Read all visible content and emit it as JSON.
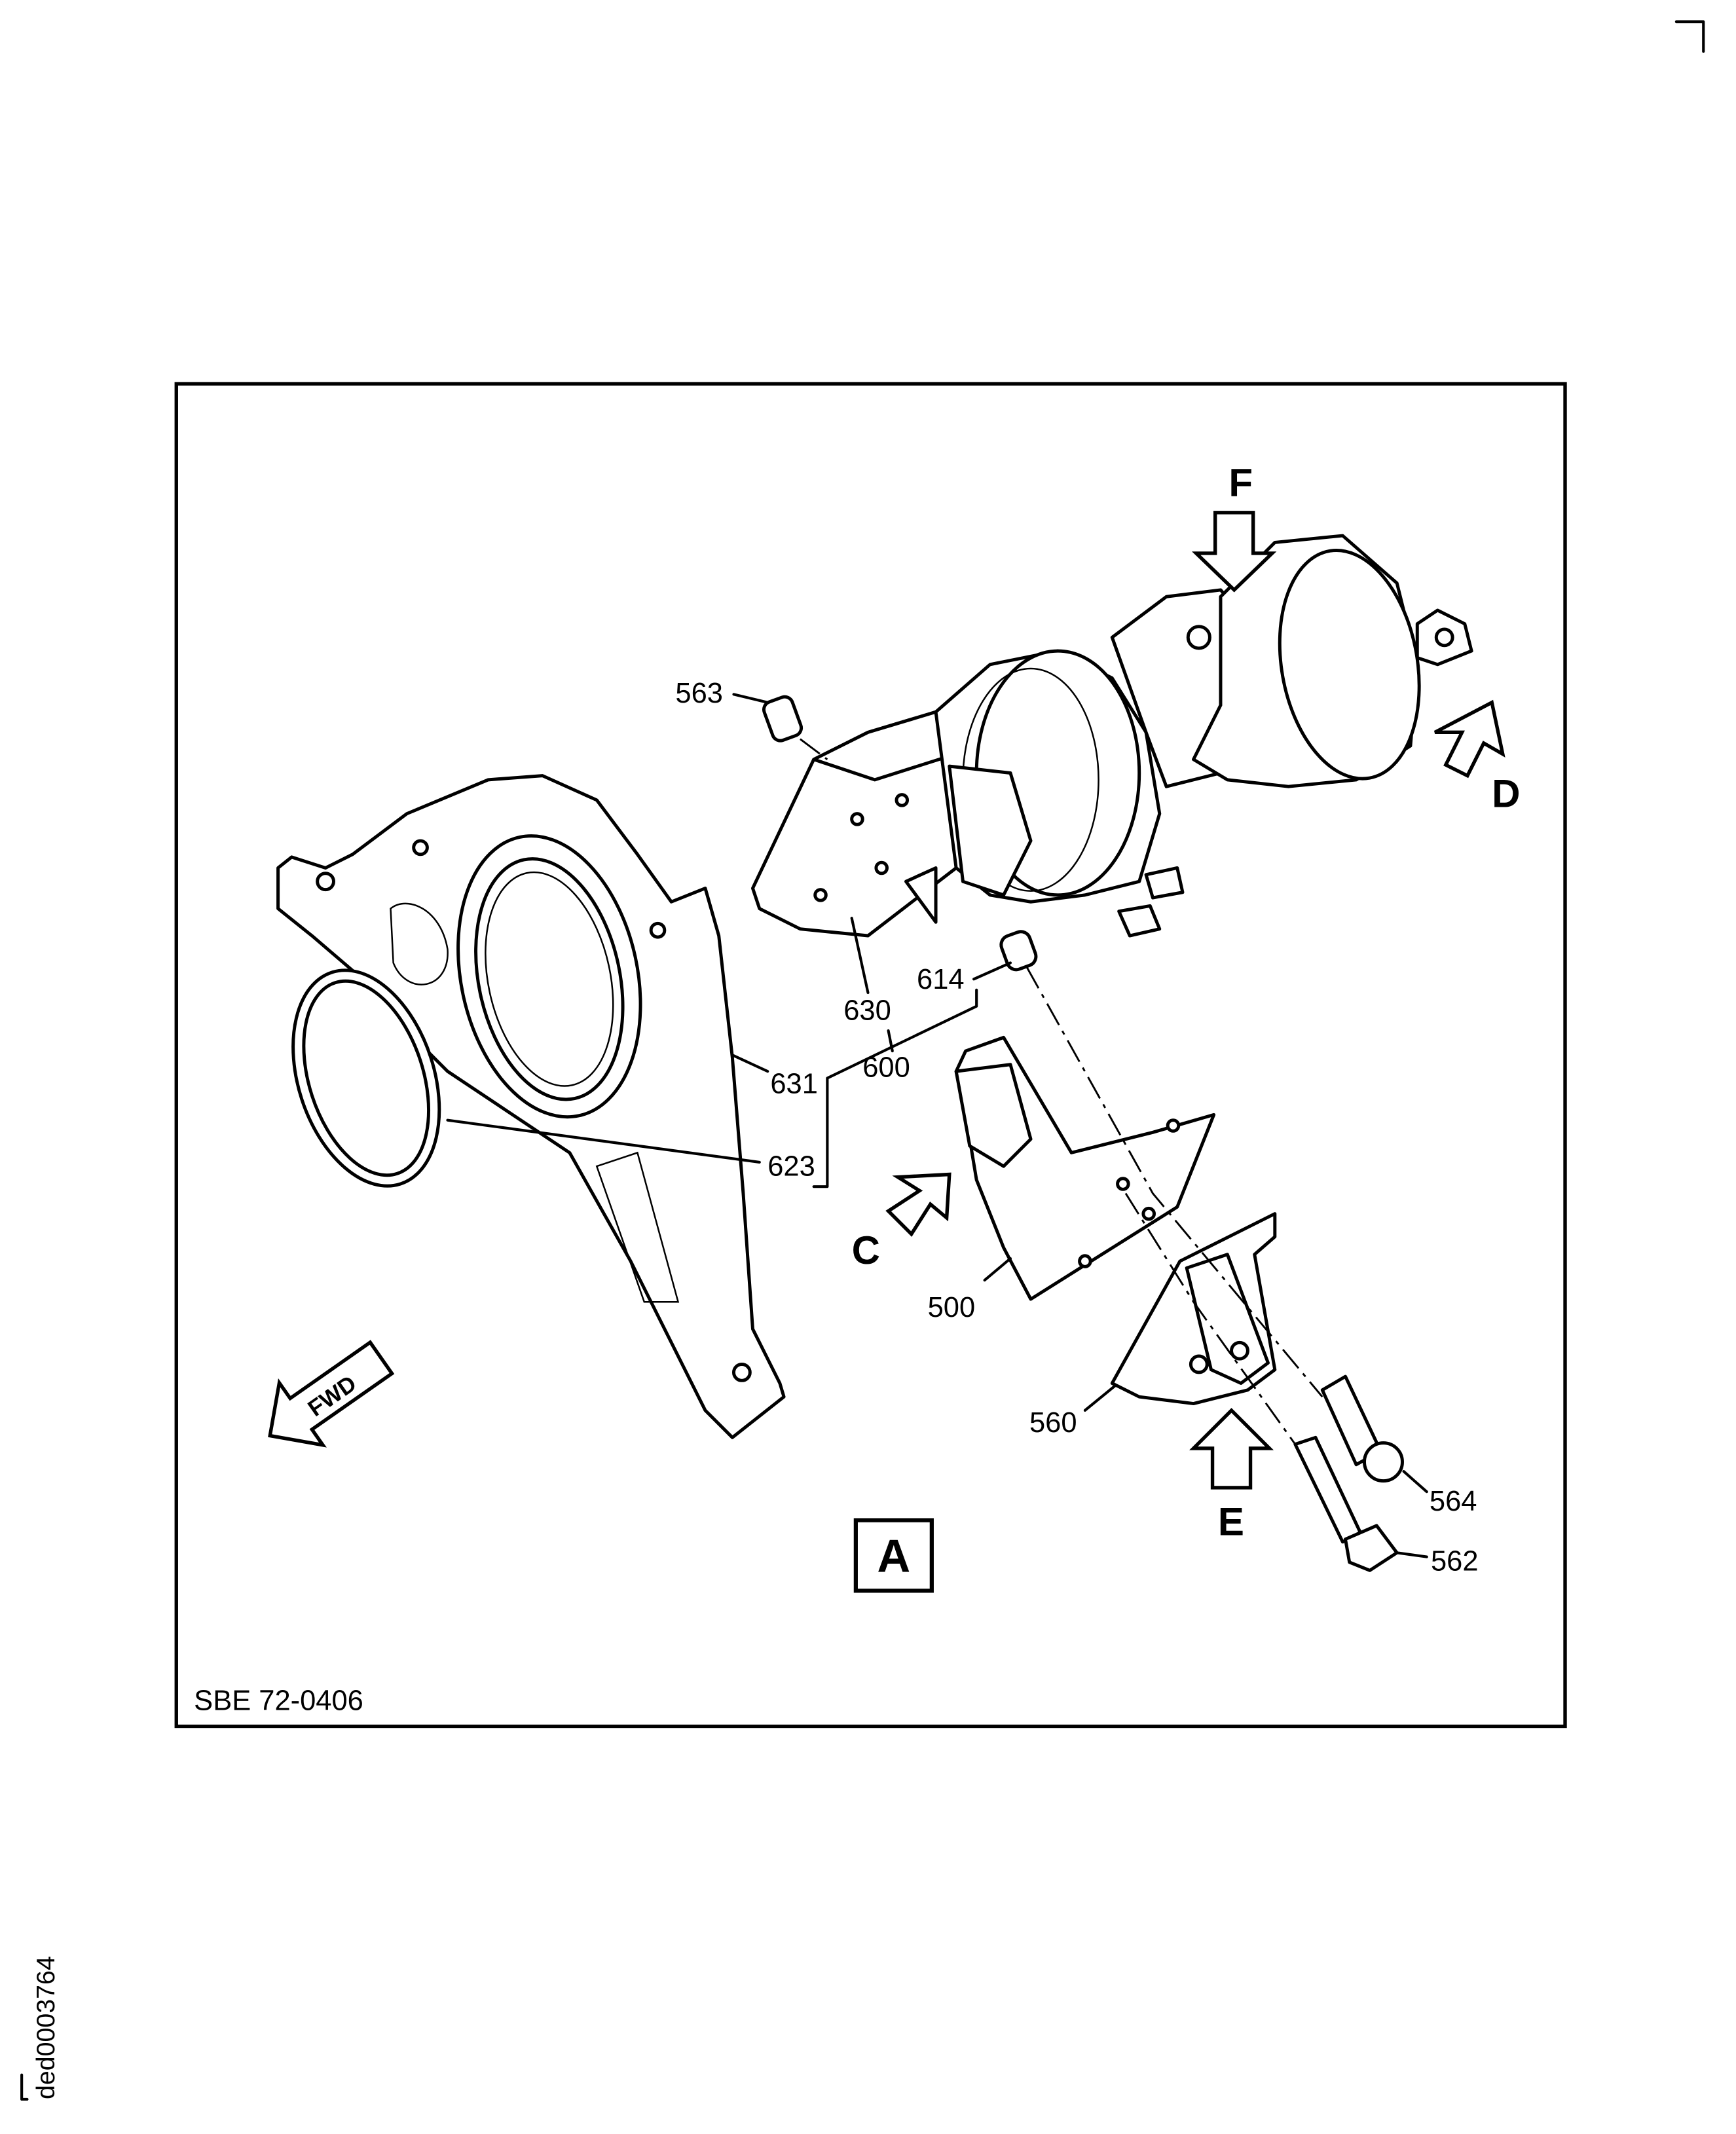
{
  "figure": {
    "sheet_id": "ded0003764",
    "reference": "SBE 72-0406",
    "view_label": "A",
    "direction_label": "FWD",
    "view_arrows": [
      "F",
      "D",
      "C",
      "E"
    ],
    "item_numbers": {
      "i563": "563",
      "i614": "614",
      "i630": "630",
      "i600": "600",
      "i631": "631",
      "i623": "623",
      "i500": "500",
      "i560": "560",
      "i564": "564",
      "i562": "562"
    }
  }
}
